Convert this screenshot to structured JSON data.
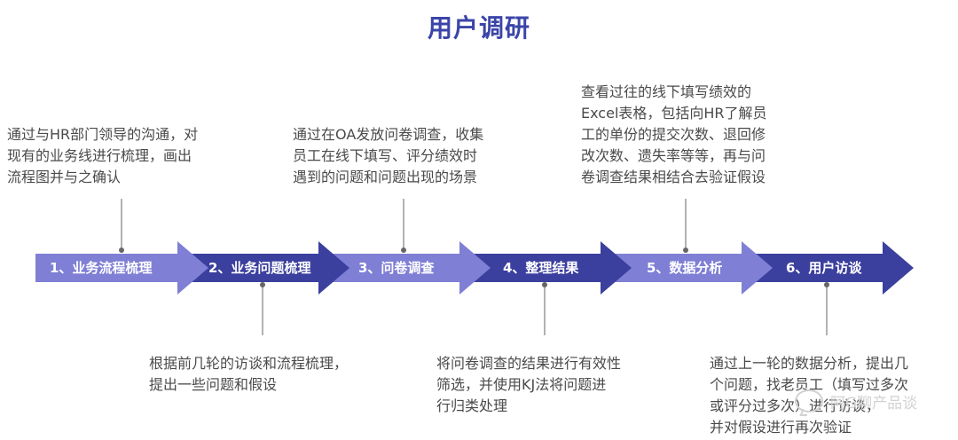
{
  "title": "用户调研",
  "colors": {
    "title": "#3b45a8",
    "light": "#7f7fd5",
    "dark": "#3b3f9e",
    "connector": "#666666",
    "text": "#4a4a4a"
  },
  "steps": [
    {
      "label": "1、业务流程梳理",
      "tone": "light"
    },
    {
      "label": "2、业务问题梳理",
      "tone": "dark"
    },
    {
      "label": "3、问卷调查",
      "tone": "light"
    },
    {
      "label": "4、整理结果",
      "tone": "dark"
    },
    {
      "label": "5、数据分析",
      "tone": "light"
    },
    {
      "label": "6、用户访谈",
      "tone": "dark"
    }
  ],
  "notes": {
    "step1": [
      "通过与HR部门领导的沟通，对",
      "现有的业务线进行梳理，画出",
      "流程图并与之确认"
    ],
    "step2": [
      "根据前几轮的访谈和流程梳理，",
      "提出一些问题和假设"
    ],
    "step3": [
      "通过在OA发放问卷调查，收集",
      "员工在线下填写、评分绩效时",
      "遇到的问题和问题出现的场景"
    ],
    "step4": [
      "将问卷调查的结果进行有效性",
      "筛选，并使用KJ法将问题进",
      "行归类处理"
    ],
    "step5": [
      "查看过往的线下填写绩效的",
      "Excel表格，包括向HR了解员",
      "工的单份的提交次数、退回修",
      "改次数、遗失率等等，再与问",
      "卷调查结果相结合去验证假设"
    ],
    "step6": [
      "通过上一轮的数据分析，提出几",
      "个问题，找老员工（填写过多次",
      "或评分过多次）进行访谈，",
      "并对假设进行再次验证"
    ]
  },
  "watermark": "阿G聊产品谈"
}
